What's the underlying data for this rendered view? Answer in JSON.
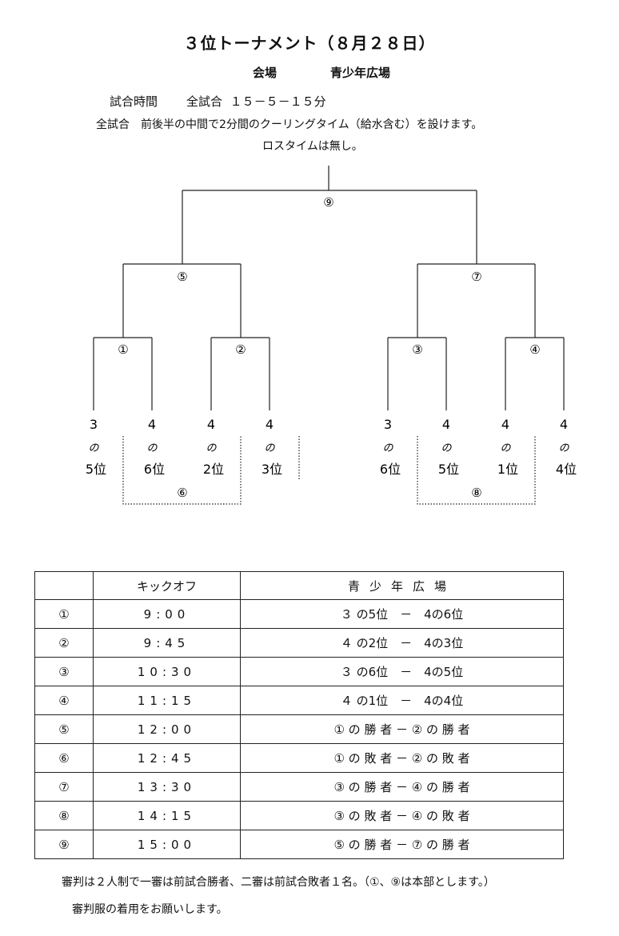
{
  "title": "３位トーナメント（８月２８日）",
  "venue": {
    "label": "会場",
    "name": "青少年広場"
  },
  "match_time": {
    "label": "試合時間",
    "scope": "全試合",
    "value": "１５－５－１５分"
  },
  "cooling_note": "全試合　前後半の中間で2分間のクーリングタイム（給水含む）を設けます。",
  "loss_time_note": "ロスタイムは無し。",
  "bracket": {
    "matches": [
      "①",
      "②",
      "③",
      "④",
      "⑤",
      "⑥",
      "⑦",
      "⑧",
      "⑨"
    ],
    "no_char": "の",
    "seeds": [
      {
        "group": "3",
        "rank": "5位"
      },
      {
        "group": "4",
        "rank": "6位"
      },
      {
        "group": "4",
        "rank": "2位"
      },
      {
        "group": "4",
        "rank": "3位"
      },
      {
        "group": "3",
        "rank": "6位"
      },
      {
        "group": "4",
        "rank": "5位"
      },
      {
        "group": "4",
        "rank": "1位"
      },
      {
        "group": "4",
        "rank": "4位"
      }
    ]
  },
  "schedule": {
    "headers": [
      "",
      "キックオフ",
      "青少年広場"
    ],
    "rows": [
      {
        "match": "①",
        "kickoff": "9:00",
        "card": "３ の5位　－　4の6位"
      },
      {
        "match": "②",
        "kickoff": "9:45",
        "card": "４ の2位　－　4の3位"
      },
      {
        "match": "③",
        "kickoff": "10:30",
        "card": "３ の6位　－　4の5位"
      },
      {
        "match": "④",
        "kickoff": "11:15",
        "card": "４ の1位　－　4の4位"
      },
      {
        "match": "⑤",
        "kickoff": "12:00",
        "card": "① の 勝 者 － ② の 勝 者"
      },
      {
        "match": "⑥",
        "kickoff": "12:45",
        "card": "① の 敗 者 － ② の 敗 者"
      },
      {
        "match": "⑦",
        "kickoff": "13:30",
        "card": "③ の 勝 者 － ④ の 勝 者"
      },
      {
        "match": "⑧",
        "kickoff": "14:15",
        "card": "③ の 敗 者 － ④ の 敗 者"
      },
      {
        "match": "⑨",
        "kickoff": "15:00",
        "card": "⑤ の 勝 者 － ⑦ の 勝 者"
      }
    ]
  },
  "notes": [
    "審判は２人制で一審は前試合勝者、二審は前試合敗者１名。（①、⑨は本部とします。）",
    "審判服の着用をお願いします。"
  ]
}
